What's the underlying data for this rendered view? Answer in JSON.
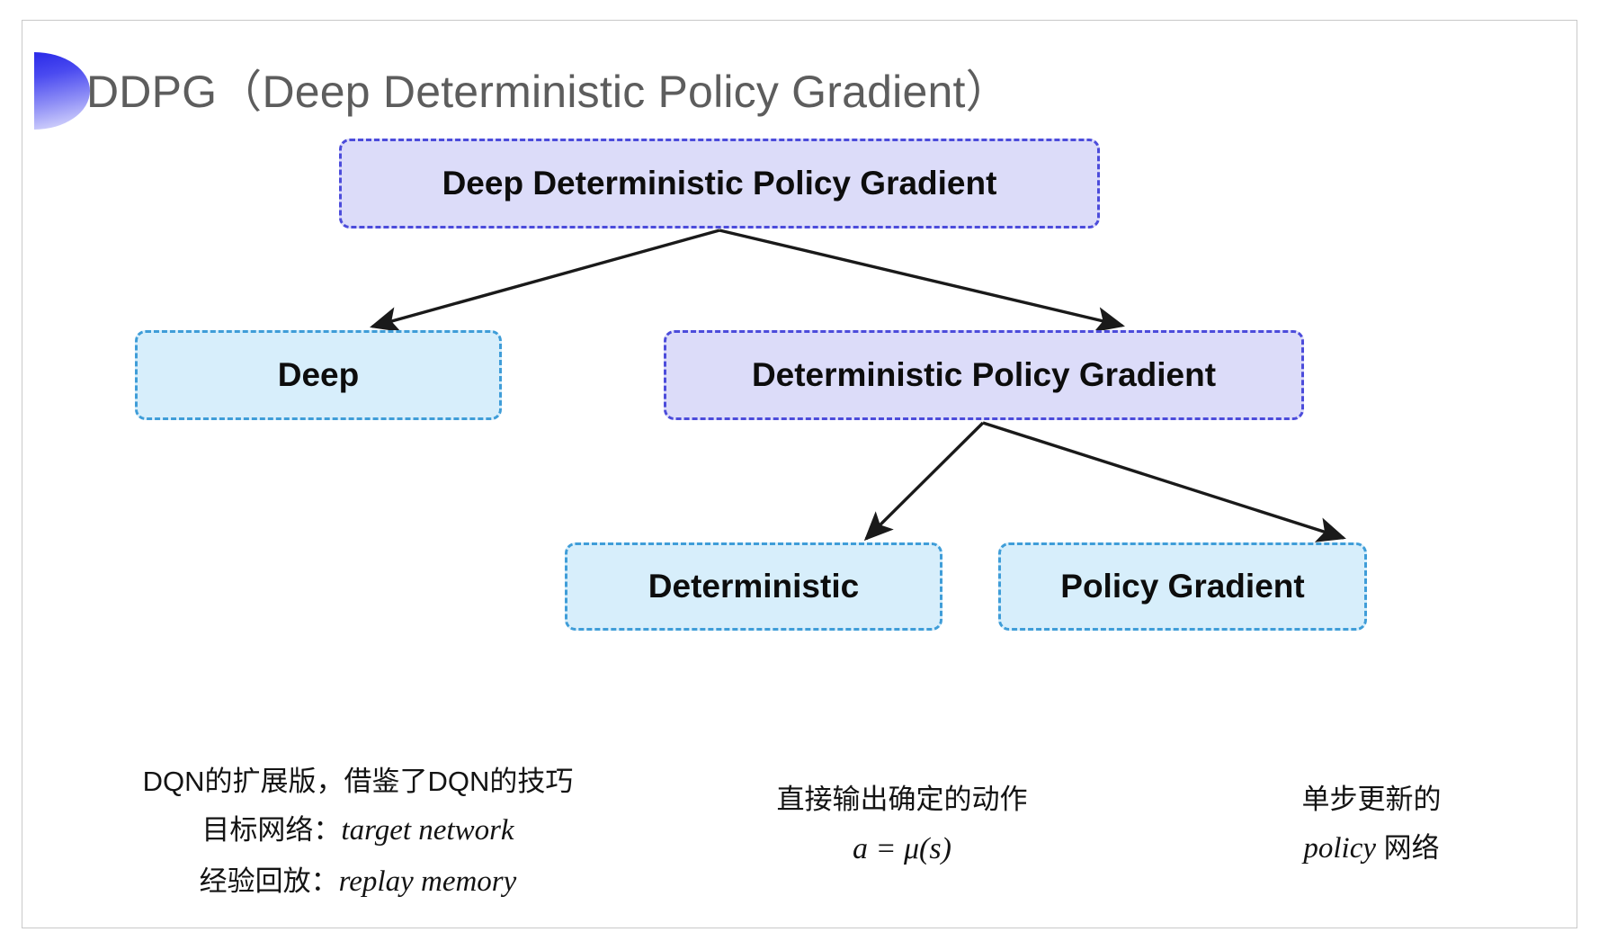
{
  "slide": {
    "title": "DDPG（Deep Deterministic Policy Gradient）",
    "background_color": "#ffffff",
    "title_color": "#5d5d5d",
    "frame_color": "#c9c9c9",
    "bullet_gradient_from": "#2a2ae8",
    "bullet_gradient_to": "#e4e4fd"
  },
  "diagram": {
    "type": "tree",
    "colors": {
      "purple_fill": "#dcdcf9",
      "purple_border": "#4c4cdb",
      "blue_fill": "#d7eefb",
      "blue_border": "#3f9dd8",
      "arrow": "#1a1a1a"
    },
    "nodes": [
      {
        "id": "root",
        "label": "Deep Deterministic Policy Gradient",
        "style": "purple"
      },
      {
        "id": "deep",
        "label": "Deep",
        "style": "blue"
      },
      {
        "id": "dpg",
        "label": "Deterministic Policy Gradient",
        "style": "purple"
      },
      {
        "id": "det",
        "label": "Deterministic",
        "style": "blue"
      },
      {
        "id": "pg",
        "label": "Policy Gradient",
        "style": "blue"
      }
    ],
    "edges": [
      {
        "from": "root",
        "to": "deep"
      },
      {
        "from": "root",
        "to": "dpg"
      },
      {
        "from": "dpg",
        "to": "det"
      },
      {
        "from": "dpg",
        "to": "pg"
      }
    ]
  },
  "annotations": {
    "left": {
      "line1": "DQN的扩展版，借鉴了DQN的技巧",
      "line2_label": "目标网络：",
      "line2_term": "target network",
      "line3_label": "经验回放：",
      "line3_term": "replay memory"
    },
    "middle": {
      "line1": "直接输出确定的动作",
      "formula": "a = μ(s)"
    },
    "right": {
      "line1": "单步更新的",
      "line2_term": "policy",
      "line2_rest": " 网络"
    }
  }
}
